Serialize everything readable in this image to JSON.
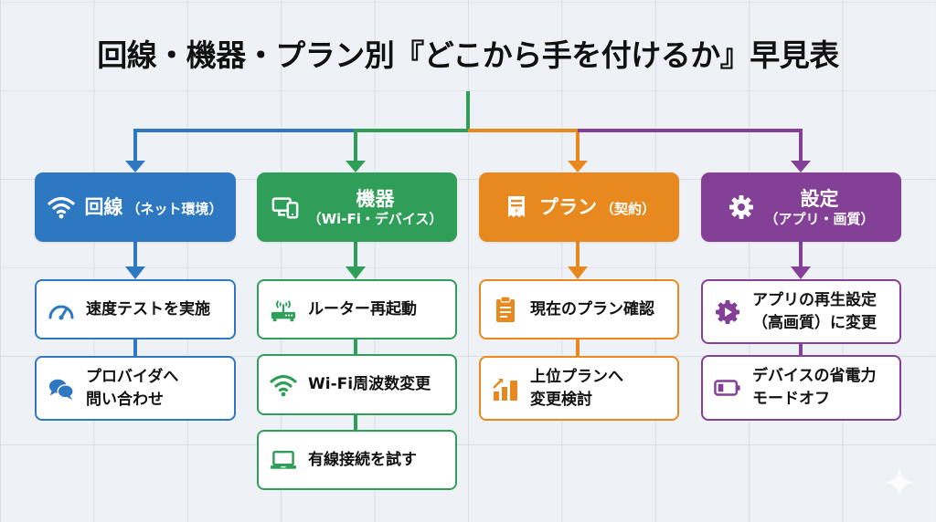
{
  "title": "回線・機器・プラン別『どこから手を付けるか』早見表",
  "colors": {
    "line": "#2e78c2",
    "device": "#2e9e58",
    "plan": "#e8891f",
    "settings": "#843f96",
    "background": "#eef1f5",
    "text": "#111111"
  },
  "categories": [
    {
      "id": "line",
      "title": "回線",
      "subtitle": "（ネット環境）",
      "icon": "wifi-icon",
      "items": [
        {
          "label": "速度テストを実施",
          "icon": "speedometer-icon"
        },
        {
          "label": "プロバイダへ\n問い合わせ",
          "icon": "chat-bubbles-icon"
        }
      ]
    },
    {
      "id": "device",
      "title": "機器",
      "subtitle": "（Wi-Fi・デバイス）",
      "icon": "devices-icon",
      "items": [
        {
          "label": "ルーター再起動",
          "icon": "router-icon"
        },
        {
          "label": "Wi-Fi周波数変更",
          "icon": "wifi-icon"
        },
        {
          "label": "有線接続を試す",
          "icon": "laptop-icon"
        }
      ]
    },
    {
      "id": "plan",
      "title": "プラン",
      "subtitle": "（契約）",
      "icon": "receipt-icon",
      "items": [
        {
          "label": "現在のプラン確認",
          "icon": "clipboard-icon"
        },
        {
          "label": "上位プランへ\n変更検討",
          "icon": "growth-chart-icon"
        }
      ]
    },
    {
      "id": "settings",
      "title": "設定",
      "subtitle": "（アプリ・画質）",
      "icon": "gear-icon",
      "items": [
        {
          "label": "アプリの再生設定\n（高画質）に変更",
          "icon": "gear-play-icon"
        },
        {
          "label": "デバイスの省電力\nモードオフ",
          "icon": "battery-low-icon"
        }
      ]
    }
  ]
}
